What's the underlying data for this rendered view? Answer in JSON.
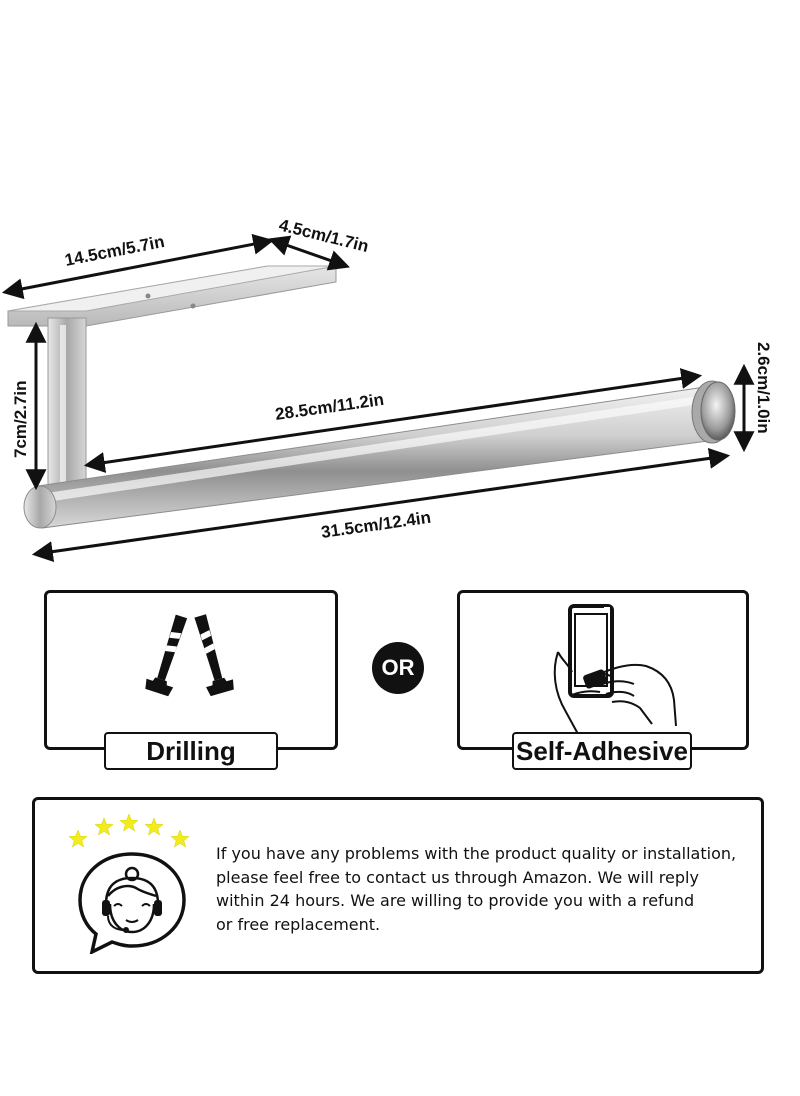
{
  "dimensions": {
    "base_length": "14.5cm/5.7in",
    "base_width": "4.5cm/1.7in",
    "height": "7cm/2.7in",
    "bar_inner_length": "28.5cm/11.2in",
    "total_length": "31.5cm/12.4in",
    "bar_diameter": "2.6cm/1.0in"
  },
  "install_options": {
    "drilling_label": "Drilling",
    "separator_label": "OR",
    "adhesive_label": "Self-Adhesive"
  },
  "service": {
    "rating_stars": 5,
    "star_color": "#f2ec1f",
    "icon": "customer-service-headset-icon",
    "message_lines": [
      "If you have any problems with the product quality or installation,",
      "please feel free to contact us through Amazon. We will reply",
      "within 24 hours. We are willing to provide you with a refund",
      "or free replacement."
    ]
  }
}
